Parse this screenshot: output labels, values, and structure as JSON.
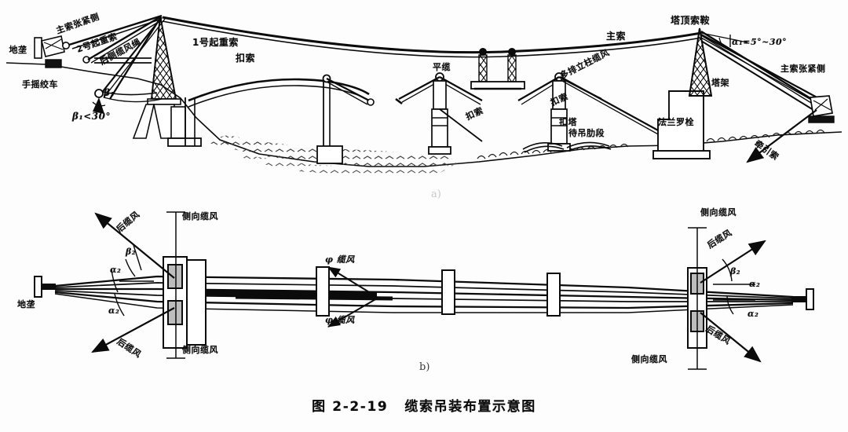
{
  "figure": {
    "caption_number": "图 2-2-19",
    "caption_title": "缆索吊装布置示意图",
    "panel_a_letter": "a)",
    "panel_b_letter": "b)"
  },
  "colors": {
    "ink": "#0b0b0b",
    "paper": "#fdfdfd",
    "hatch": "#2b2b2b",
    "water": "#4a4a4a"
  },
  "elevation_labels": {
    "ground_anchor": "地垄",
    "hand_winch": "手摇绞车",
    "main_cable_tension_side_left": "主索张紧侧",
    "lifting_cable_2": "2号起重索",
    "rear_side_guy": "后侧缆风绳",
    "lifting_cable_1": "1号起重索",
    "anchor_cable_top": "扣索",
    "beta1_symbol": "β₁",
    "beta1_condition": "β₁<30°",
    "flat_cable": "平缆",
    "anchor_cable_mid_left": "扣索",
    "anchor_cable_mid_right": "扣索",
    "anchor_tower": "扣塔",
    "multi_row_column_guy": "多排立柱缆风",
    "rib_segment_to_lift": "待吊肋段",
    "main_cable": "主索",
    "tower_top_saddle": "塔顶索鞍",
    "alpha1_range": "α₁=5°~30°",
    "main_cable_tension_side_right": "主索张紧侧",
    "tower_frame": "塔架",
    "flange_bolt": "法兰罗栓",
    "traction_cable": "牵引索"
  },
  "plan_labels": {
    "ground_anchor_left": "地垄",
    "rear_guy_upper_left": "后缆风",
    "rear_guy_lower_left": "后缆风",
    "lateral_guy_upper_left": "侧向缆风",
    "lateral_guy_lower_left": "侧向缆风",
    "alpha2_upper_left": "α₂",
    "alpha2_lower_left": "α₂",
    "beta2_left": "β₂",
    "phi_guy_upper": "φ 缆风",
    "phi_guy_lower": "φ 缆风",
    "rear_guy_upper_right": "后缆风",
    "rear_guy_lower_right": "后缆风",
    "lateral_guy_upper_right": "侧向缆风",
    "lateral_guy_lower_right": "侧向缆风",
    "alpha2_upper_right": "α₂",
    "alpha2_lower_right": "α₂",
    "beta2_right": "β₂"
  }
}
